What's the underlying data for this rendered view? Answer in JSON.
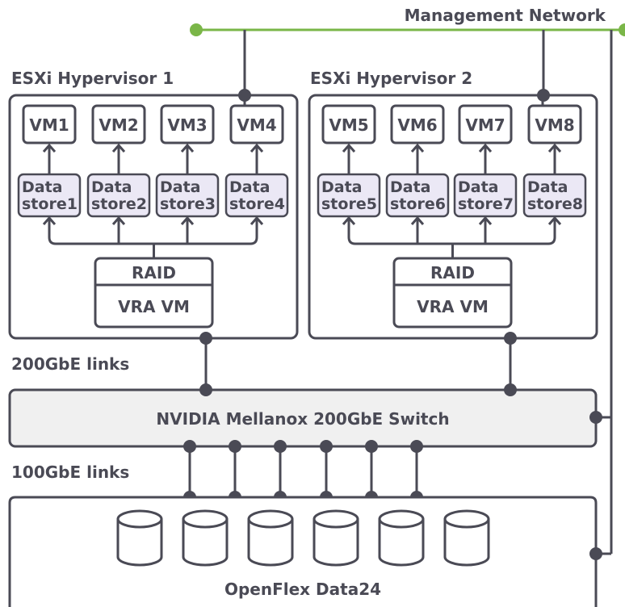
{
  "management_network": {
    "label": "Management Network",
    "color": "#7ab648"
  },
  "hypervisors": [
    {
      "title": "ESXi Hypervisor 1",
      "vms": [
        "VM1",
        "VM2",
        "VM3",
        "VM4"
      ],
      "datastores": [
        [
          "Data",
          "store1"
        ],
        [
          "Data",
          "store2"
        ],
        [
          "Data",
          "store3"
        ],
        [
          "Data",
          "store4"
        ]
      ],
      "raid_label": "RAID",
      "vra_label": "VRA VM"
    },
    {
      "title": "ESXi Hypervisor 2",
      "vms": [
        "VM5",
        "VM6",
        "VM7",
        "VM8"
      ],
      "datastores": [
        [
          "Data",
          "store5"
        ],
        [
          "Data",
          "store6"
        ],
        [
          "Data",
          "store7"
        ],
        [
          "Data",
          "store8"
        ]
      ],
      "raid_label": "RAID",
      "vra_label": "VRA VM"
    }
  ],
  "links_200": "200GbE links",
  "switch_label": "NVIDIA Mellanox 200GbE Switch",
  "links_100": "100GbE links",
  "storage_label": "OpenFlex Data24",
  "drive_count": 6,
  "colors": {
    "line": "#4a4a55",
    "datastore_fill": "#ebe8f5",
    "switch_fill": "#f0f0f0",
    "network_green": "#7ab648"
  }
}
